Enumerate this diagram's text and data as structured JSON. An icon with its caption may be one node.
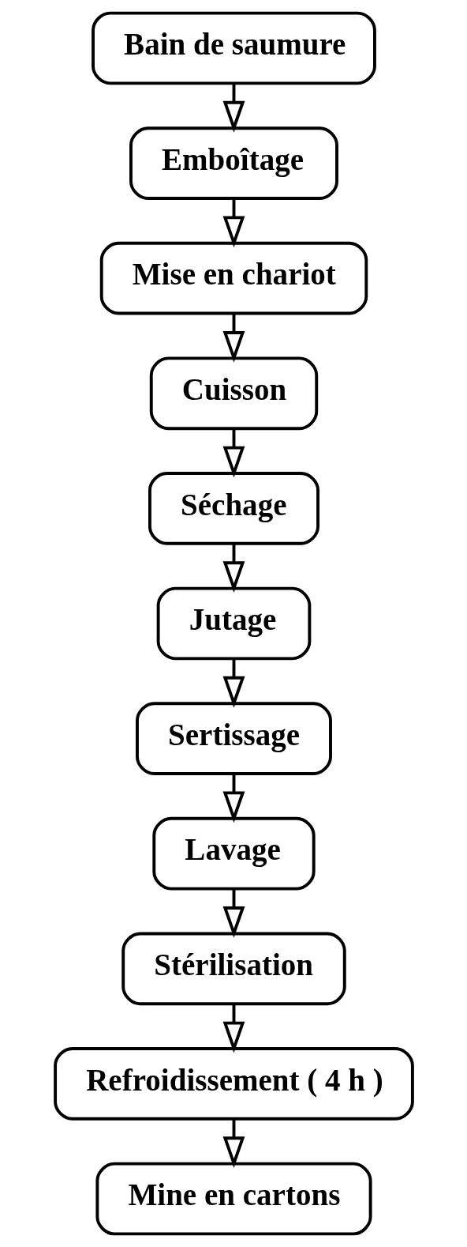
{
  "diagram": {
    "nodes": [
      {
        "text": [
          "Bain de saumure"
        ]
      },
      {
        "text": [
          "Emboîtage"
        ]
      },
      {
        "text": [
          "Mise en chariot"
        ]
      },
      {
        "text": [
          "Cuisson"
        ]
      },
      {
        "text": [
          "Séchage"
        ]
      },
      {
        "text": [
          "Jutage"
        ]
      },
      {
        "text": [
          "Sertissage"
        ]
      },
      {
        "text": [
          "Lavage"
        ]
      },
      {
        "text": [
          "Stérilisation"
        ]
      },
      {
        "text": [
          "Refroidissement ( 4 h )"
        ]
      },
      {
        "text": [
          "Mine en cartons"
        ]
      }
    ],
    "edges": [
      {
        "from": 0,
        "to": 1,
        "arrow": "to"
      },
      {
        "from": 1,
        "to": 2,
        "arrow": "to"
      },
      {
        "from": 2,
        "to": 3,
        "arrow": "to"
      },
      {
        "from": 3,
        "to": 4,
        "arrow": "to"
      },
      {
        "from": 4,
        "to": 5,
        "arrow": "to"
      },
      {
        "from": 5,
        "to": 6,
        "arrow": "to"
      },
      {
        "from": 6,
        "to": 7,
        "arrow": "to"
      },
      {
        "from": 7,
        "to": 8,
        "arrow": "to"
      },
      {
        "from": 8,
        "to": 9,
        "arrow": "to"
      },
      {
        "from": 9,
        "to": 10,
        "arrow": "to"
      }
    ]
  }
}
